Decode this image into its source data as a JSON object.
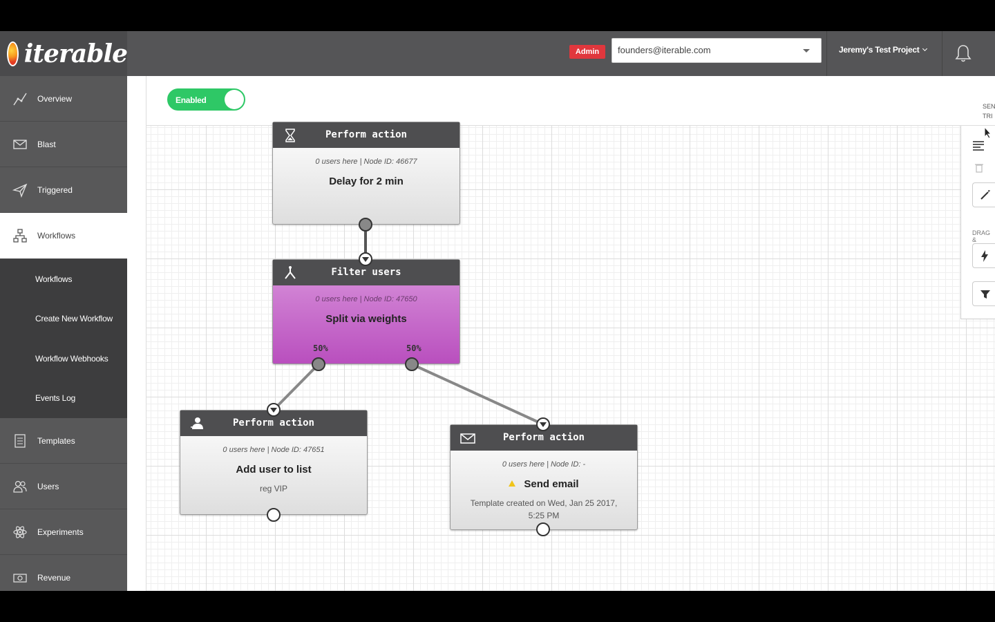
{
  "app": {
    "brand": "iterable",
    "admin_badge": "Admin",
    "org_email": "founders@iterable.com",
    "project_name": "Jeremy's Test Project"
  },
  "sidebar": {
    "items": [
      {
        "label": "Overview",
        "icon": "chart-line-icon"
      },
      {
        "label": "Blast",
        "icon": "envelope-icon"
      },
      {
        "label": "Triggered",
        "icon": "paper-plane-icon"
      },
      {
        "label": "Workflows",
        "icon": "workflow-tree-icon"
      },
      {
        "label": "Templates",
        "icon": "templates-icon"
      },
      {
        "label": "Users",
        "icon": "users-icon"
      },
      {
        "label": "Experiments",
        "icon": "atom-icon"
      },
      {
        "label": "Revenue",
        "icon": "cash-icon"
      }
    ],
    "subitems": [
      "Workflows",
      "Create New Workflow",
      "Workflow Webhooks",
      "Events Log"
    ]
  },
  "workflow": {
    "enabled_label": "Enabled",
    "nodes": [
      {
        "header": "Perform action",
        "meta": "0 users here | Node ID: 46677",
        "title": "Delay for 2 min",
        "icon": "hourglass-icon"
      },
      {
        "header": "Filter users",
        "meta": "0 users here | Node ID: 47650",
        "title": "Split via weights",
        "icon": "split-icon",
        "left_pct": "50%",
        "right_pct": "50%"
      },
      {
        "header": "Perform action",
        "meta": "0 users here | Node ID: 47651",
        "title": "Add user to list",
        "sub": "reg VIP",
        "icon": "add-user-icon"
      },
      {
        "header": "Perform action",
        "meta": "0 users here | Node ID: -",
        "title": "Send email",
        "sub": "Template created on Wed, Jan 25 2017, 5:25 PM",
        "icon": "envelope-icon"
      }
    ]
  },
  "right_panel": {
    "top_text_1": "SEN",
    "top_text_2": "TRI",
    "drag_label": "DRAG &"
  },
  "colors": {
    "sidebar": "#585859",
    "node_header": "#4e4e50",
    "filter_node": "#c66dca",
    "enabled": "#2ec866",
    "admin": "#e0373d"
  }
}
